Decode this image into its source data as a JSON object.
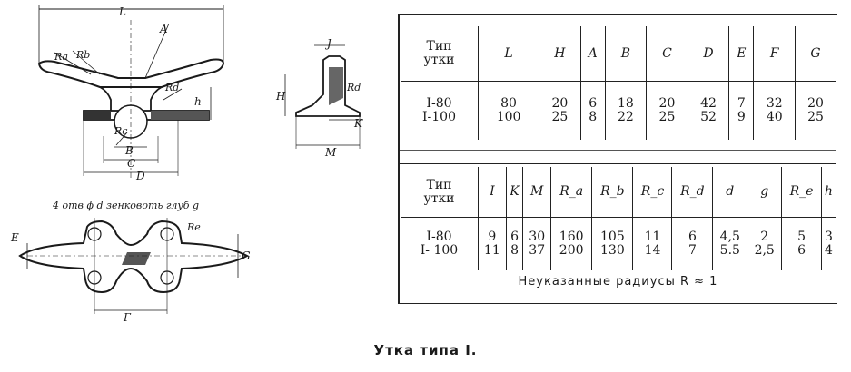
{
  "caption": "Утка типа I.",
  "note": "Неуказанные радиусы R ≈ 1",
  "table1": {
    "header_first": [
      "Тип",
      "утки"
    ],
    "columns": [
      "L",
      "H",
      "A",
      "B",
      "C",
      "D",
      "E",
      "F",
      "G"
    ],
    "types": [
      "I-80",
      "I-100"
    ],
    "rows": [
      [
        "80",
        "100"
      ],
      [
        "20",
        "25"
      ],
      [
        "6",
        "8"
      ],
      [
        "18",
        "22"
      ],
      [
        "20",
        "25"
      ],
      [
        "42",
        "52"
      ],
      [
        "7",
        "9"
      ],
      [
        "32",
        "40"
      ],
      [
        "20",
        "25"
      ]
    ]
  },
  "table2": {
    "header_first": [
      "Тип",
      "утки"
    ],
    "columns": [
      "I",
      "K",
      "M",
      "R_a",
      "R_b",
      "R_c",
      "R_d",
      "d",
      "g",
      "R_e",
      "h"
    ],
    "types": [
      "I-80",
      "I- 100"
    ],
    "rows": [
      [
        "9",
        "11"
      ],
      [
        "6",
        "8"
      ],
      [
        "30",
        "37"
      ],
      [
        "160",
        "200"
      ],
      [
        "105",
        "130"
      ],
      [
        "11",
        "14"
      ],
      [
        "6",
        "7"
      ],
      [
        "4,5",
        "5.5"
      ],
      [
        "2",
        "2,5"
      ],
      [
        "5",
        "6"
      ],
      [
        "3",
        "4"
      ]
    ]
  },
  "drawing_labels": {
    "L": "L",
    "A": "A",
    "Ra": "Ra",
    "Rb": "Rb",
    "Rd": "Rd",
    "Rc": "Rc",
    "h": "h",
    "B": "B",
    "C": "C",
    "D": "D",
    "J": "J",
    "H": "H",
    "K": "K",
    "M": "M",
    "holes": "4 отв ϕ d зенковоть глуб g",
    "Re": "Re",
    "E": "E",
    "G": "G",
    "F": "Г"
  }
}
